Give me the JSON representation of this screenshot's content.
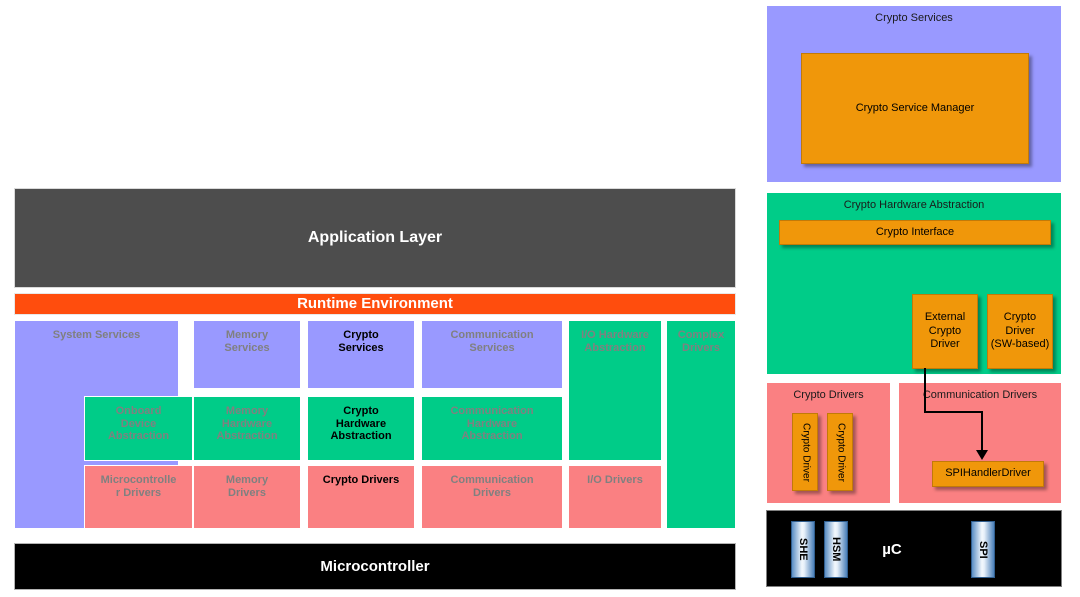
{
  "left_diagram": {
    "application_layer": {
      "label": "Application Layer"
    },
    "runtime_environment": {
      "label": "Runtime Environment"
    },
    "microcontroller": {
      "label": "Microcontroller"
    },
    "services_row": [
      {
        "label": "System Services",
        "highlight": false
      },
      {
        "label": "Memory\nServices",
        "highlight": false
      },
      {
        "label": "Crypto\nServices",
        "highlight": true
      },
      {
        "label": "Communication\nServices",
        "highlight": false
      },
      {
        "label": "I/O Hardware\nAbstraction",
        "highlight": false
      },
      {
        "label": "Complex\nDrivers",
        "highlight": false
      }
    ],
    "abstraction_row": [
      {
        "label": "Onboard\nDevice\nAbstraction",
        "highlight": false
      },
      {
        "label": "Memory\nHardware\nAbstraction",
        "highlight": false
      },
      {
        "label": "Crypto\nHardware\nAbstraction",
        "highlight": true
      },
      {
        "label": "Communication\nHardware\nAbstraction",
        "highlight": false
      }
    ],
    "drivers_row": [
      {
        "label": "Microcontrolle\nr Drivers",
        "highlight": false
      },
      {
        "label": "Memory\nDrivers",
        "highlight": false
      },
      {
        "label": "Crypto Drivers",
        "highlight": true
      },
      {
        "label": "Communication\nDrivers",
        "highlight": false
      },
      {
        "label": "I/O Drivers",
        "highlight": false
      }
    ]
  },
  "right_diagram": {
    "crypto_services": {
      "title": "Crypto Services",
      "manager": "Crypto Service Manager"
    },
    "crypto_hardware_abstraction": {
      "title": "Crypto Hardware Abstraction",
      "interface": "Crypto Interface",
      "external_driver": "External\nCrypto\nDriver",
      "sw_driver": "Crypto\nDriver\n(SW-based)"
    },
    "crypto_drivers": {
      "title": "Crypto Drivers",
      "drivers": [
        "Crypto Driver",
        "Crypto Driver"
      ]
    },
    "communication_drivers": {
      "title": "Communication Drivers",
      "spi_handler": "SPIHandlerDriver"
    },
    "microcontroller": {
      "label": "µC",
      "chips": [
        "SHE",
        "HSM",
        "SPI"
      ]
    }
  },
  "colors": {
    "services_purple": "#9999ff",
    "abstraction_green": "#00cc88",
    "drivers_red": "#fa8082",
    "rte_orange": "#ff4d0d",
    "app_layer_gray": "#4d4d4d",
    "block_orange": "#f0970a",
    "mcu_black": "#000000",
    "muted_text": "#808080",
    "highlight_text": "#000000"
  }
}
